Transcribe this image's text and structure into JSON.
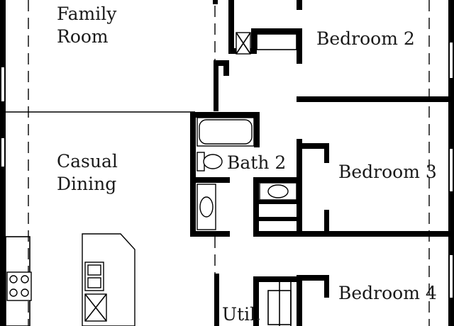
{
  "floorplan": {
    "rooms": {
      "family_room": {
        "line1": "Family",
        "line2": "Room"
      },
      "casual_dining": {
        "line1": "Casual",
        "line2": "Dining"
      },
      "bath_2": {
        "label": "Bath 2"
      },
      "bedroom_2": {
        "label": "Bedroom 2"
      },
      "bedroom_3": {
        "label": "Bedroom 3"
      },
      "bedroom_4": {
        "label": "Bedroom 4"
      },
      "utility": {
        "label": "Util."
      }
    },
    "colors": {
      "wall": "#000000",
      "background": "#ffffff",
      "text": "#1a1a1a"
    }
  }
}
